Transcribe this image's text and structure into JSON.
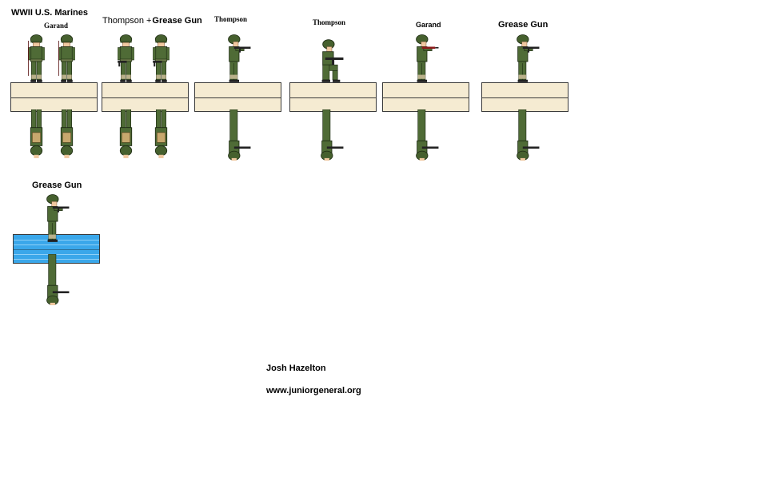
{
  "title": "WWII U.S. Marines",
  "units": [
    {
      "label": "Garand",
      "label_parts": [],
      "weapon": "rifle"
    },
    {
      "label": "",
      "label_parts": [
        "Thompson",
        "+",
        "Grease Gun"
      ],
      "weapon": "smg-mixed"
    },
    {
      "label": "Thompson",
      "label_parts": [],
      "weapon": "thompson"
    },
    {
      "label": "Thompson",
      "label_parts": [],
      "weapon": "thompson-kneel"
    },
    {
      "label": "Garand",
      "label_parts": [],
      "weapon": "rifle"
    },
    {
      "label": "Grease Gun",
      "label_parts": [],
      "weapon": "grease-gun"
    },
    {
      "label": "Grease Gun",
      "label_parts": [],
      "weapon": "grease-gun"
    }
  ],
  "credits": {
    "author": "Josh Hazelton",
    "website": "www.juniorgeneral.org"
  },
  "colors": {
    "uniform": "#4f6b36",
    "uniform_dark": "#2f4320",
    "skin": "#f0c8a0",
    "helmet": "#46602e",
    "pack": "#c8a86e",
    "rifle_stock": "#8c1a1a",
    "metal": "#222222",
    "sand_base": "#f5ebd2",
    "water_base": "#3aa7ea"
  }
}
